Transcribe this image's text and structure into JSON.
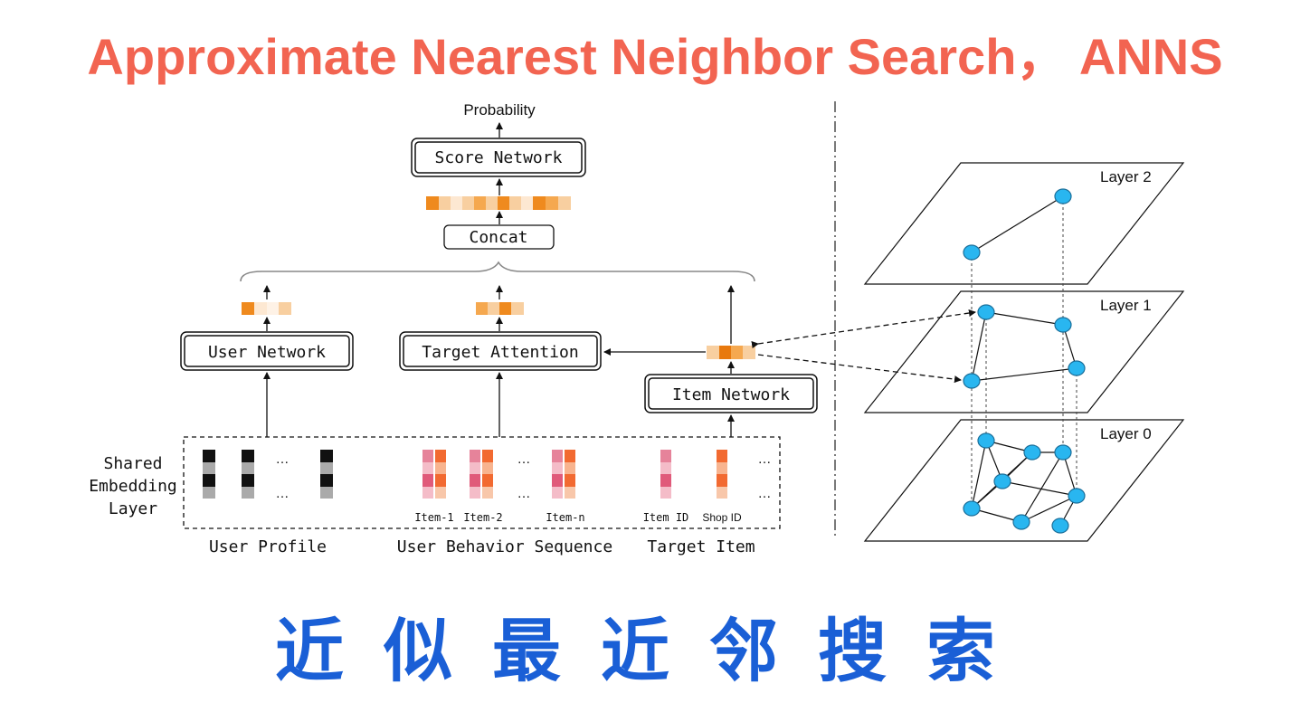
{
  "title": "Approximate Nearest Neighbor Search， ANNS",
  "subtitle": "近似最近邻搜索",
  "colors": {
    "title": "#f26451",
    "subtitle": "#1a5fd6",
    "node": "#29b6f0",
    "orange_dark": "#ef8a1e",
    "orange_light": "#f8cfa0"
  },
  "model": {
    "probability": "Probability",
    "score_network": "Score Network",
    "concat": "Concat",
    "user_network": "User Network",
    "target_attention": "Target Attention",
    "item_network": "Item Network",
    "shared_line1": "Shared",
    "shared_line2": "Embedding",
    "shared_line3": "Layer",
    "item_1": "Item-1",
    "item_2": "Item-2",
    "item_n": "Item-n",
    "item_id": "Item ID",
    "shop_id": "Shop ID",
    "user_profile": "User Profile",
    "user_behavior_sequence": "User Behavior Sequence",
    "target_item": "Target Item",
    "ellipsis": "…"
  },
  "graph": {
    "layer2": "Layer 2",
    "layer1": "Layer 1",
    "layer0": "Layer 0"
  }
}
